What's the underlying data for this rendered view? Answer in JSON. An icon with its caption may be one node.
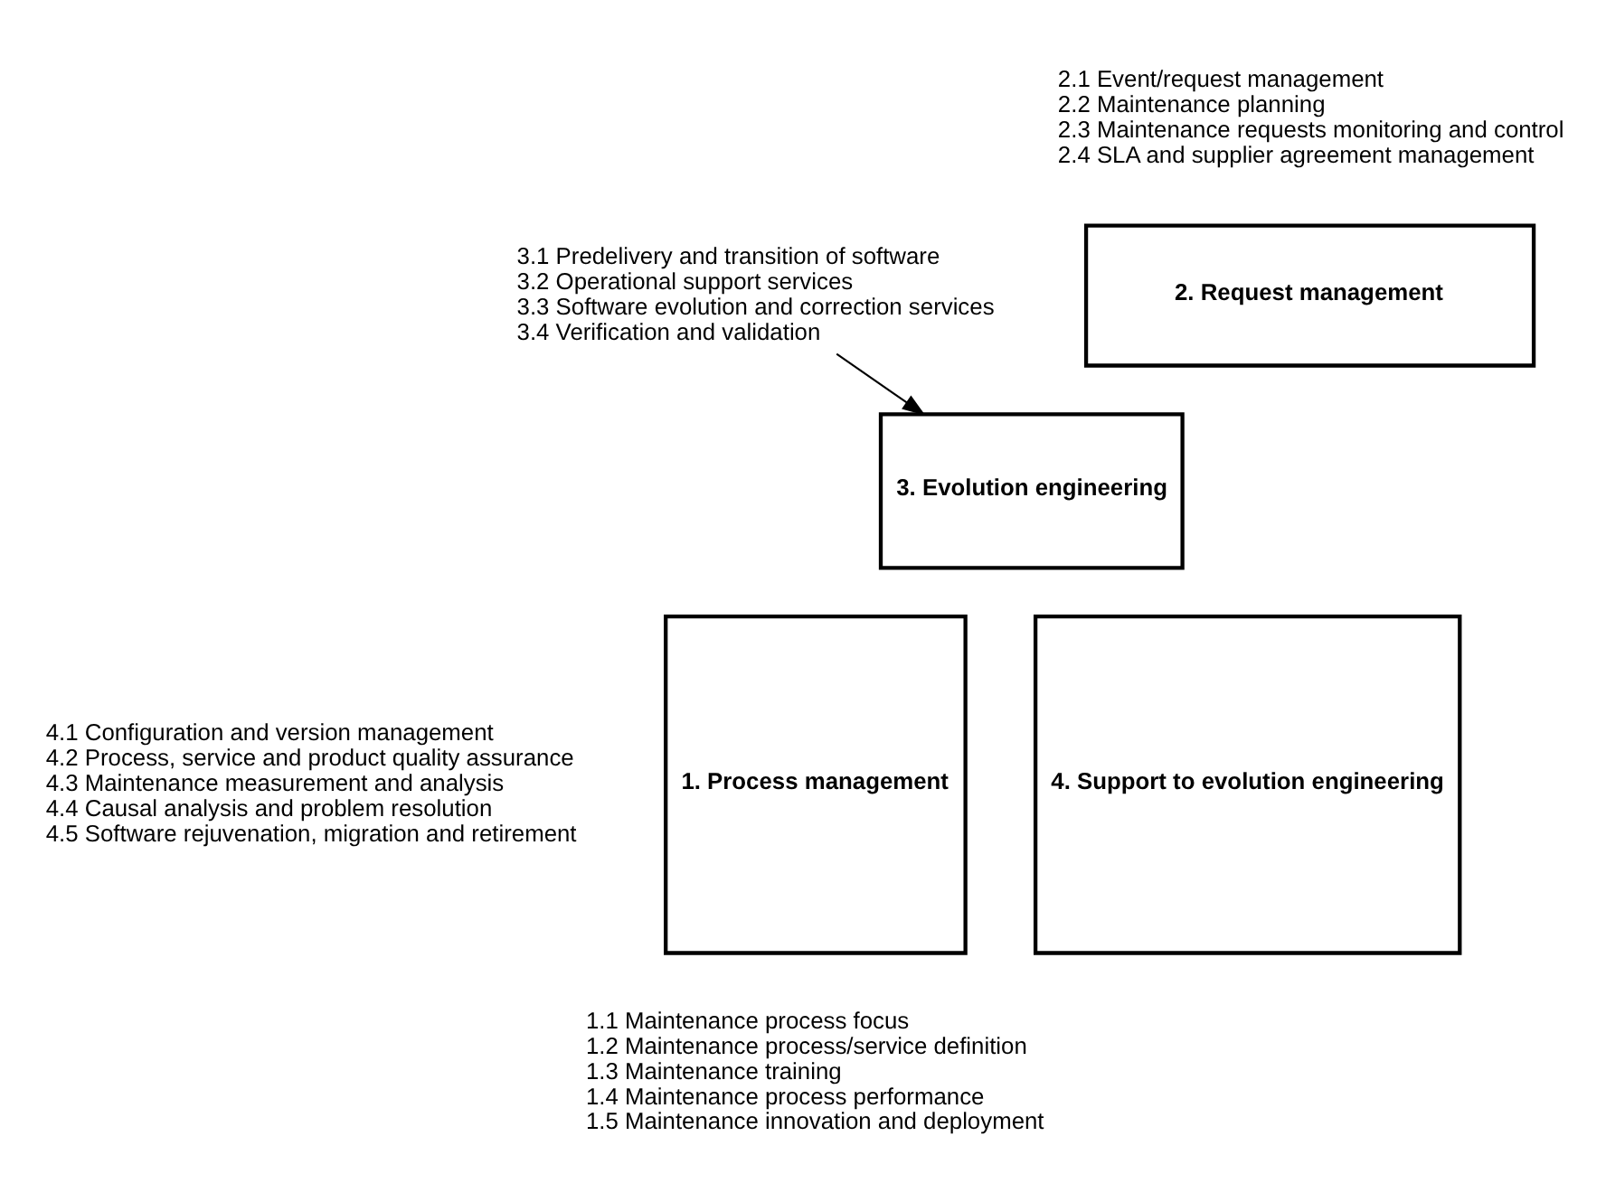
{
  "diagram": {
    "nodes": [
      {
        "text": [
          "2. Request management"
        ],
        "beside": [
          "2.1 Event/request management",
          "2.2 Maintenance planning",
          "2.3 Maintenance requests monitoring and control",
          "2.4 SLA and supplier agreement management"
        ]
      },
      {
        "text": [
          "3.1 Predelivery and transition of software",
          "3.2 Operational support services",
          "3.3 Software evolution and correction services",
          "3.4 Verification and validation"
        ]
      },
      {
        "text": [
          "3. Evolution engineering"
        ]
      },
      {
        "text": [
          "1. Process management"
        ],
        "beside": [
          "1.1 Maintenance process focus",
          "1.2 Maintenance process/service definition",
          "1.3 Maintenance training",
          "1.4 Maintenance process performance",
          "1.5 Maintenance innovation and deployment"
        ]
      },
      {
        "text": [
          "4. Support to evolution engineering"
        ],
        "beside": [
          "4.1 Configuration and version management",
          "4.2 Process, service and product quality assurance",
          "4.3 Maintenance measurement and analysis",
          "4.4 Causal analysis and problem resolution",
          "4.5 Software rejuvenation, migration and retirement"
        ]
      }
    ],
    "edges": [
      {
        "from": 1,
        "to": 2,
        "arrow": "to"
      }
    ]
  }
}
